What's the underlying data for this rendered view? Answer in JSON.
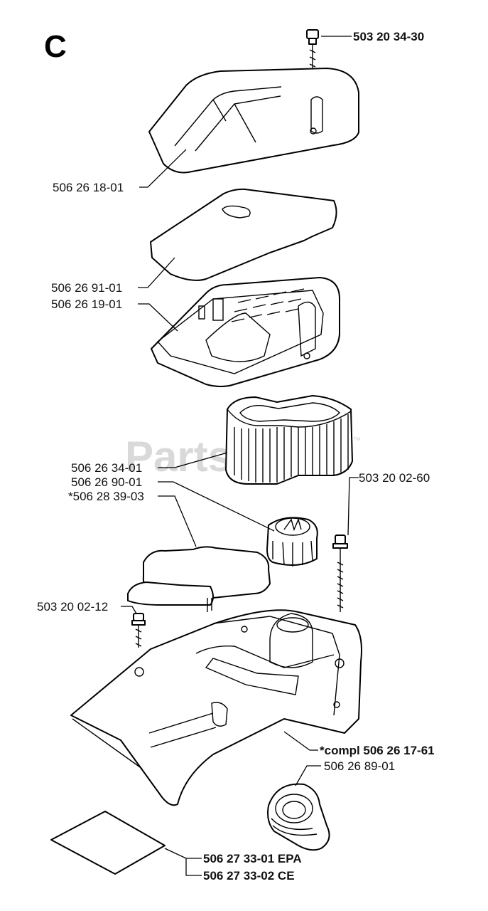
{
  "section_letter": "C",
  "watermark": {
    "text": "PartsTree",
    "trademark": "™"
  },
  "parts": [
    {
      "id": "p1",
      "number": "503 20 34-30",
      "bold": true
    },
    {
      "id": "p2",
      "number": "506 26 18-01",
      "bold": false
    },
    {
      "id": "p3",
      "number": "506 26 91-01",
      "bold": false
    },
    {
      "id": "p4",
      "number": "506 26 19-01",
      "bold": false
    },
    {
      "id": "p5",
      "number": "506 26 34-01",
      "bold": false
    },
    {
      "id": "p6",
      "number": "506 26 90-01",
      "bold": false
    },
    {
      "id": "p7",
      "number": "*506 28 39-03",
      "bold": false
    },
    {
      "id": "p8",
      "number": "503 20 02-60",
      "bold": false
    },
    {
      "id": "p9",
      "number": "503 20 02-12",
      "bold": false
    },
    {
      "id": "p10",
      "number": "*compl 506 26 17-61",
      "bold": true
    },
    {
      "id": "p11",
      "number": "506 26 89-01",
      "bold": false
    },
    {
      "id": "p12",
      "number": "506 27 33-01 EPA",
      "bold": true
    },
    {
      "id": "p13",
      "number": "506 27 33-02 CE",
      "bold": true
    }
  ]
}
